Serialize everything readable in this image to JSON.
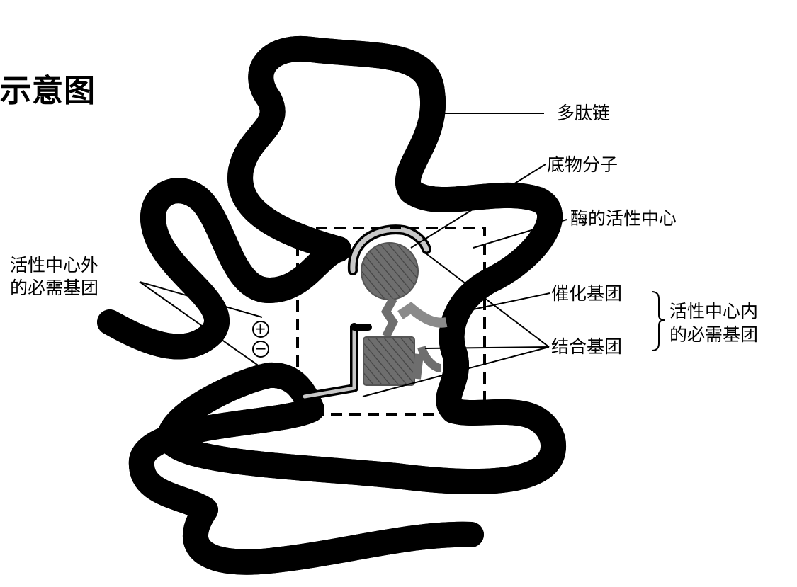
{
  "title": "示意图",
  "labels": {
    "polypeptide": "多肽链",
    "substrate": "底物分子",
    "active_center": "酶的活性中心",
    "outside_groups_line1": "活性中心外",
    "outside_groups_line2": "的必需基团",
    "catalytic_group": "催化基团",
    "binding_group": "结合基团",
    "inside_groups_line1": "活性中心内",
    "inside_groups_line2": "的必需基团",
    "plus": "+",
    "minus": "−"
  },
  "colors": {
    "chain": "#c8c8c8",
    "substrate": "#6e6e6e",
    "outline": "#000000"
  }
}
